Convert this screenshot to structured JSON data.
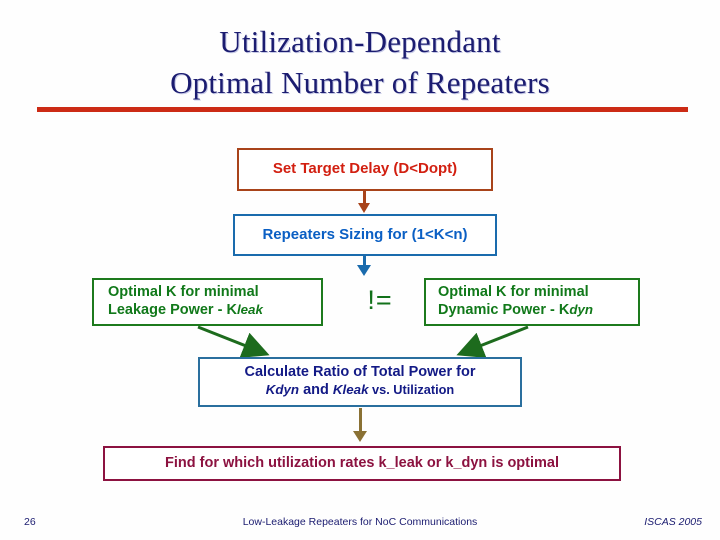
{
  "slide": {
    "title_line1": "Utilization-Dependant",
    "title_line2": "Optimal Number of Repeaters",
    "title_color": "#1b1c70",
    "rule_color": "#cc2b15",
    "background": "#fefefe"
  },
  "flow": {
    "target": {
      "text": "Set Target Delay (D<Dopt)",
      "text_color": "#d21f10",
      "border_color": "#a8431a"
    },
    "sizing": {
      "text": "Repeaters Sizing for (1<K<n)",
      "text_color": "#0a5fc4",
      "border_color": "#1a6bad"
    },
    "leak": {
      "line1": "Optimal K for minimal",
      "line2_prefix": "Leakage Power - K",
      "line2_sub": "leak",
      "text_color": "#11791a",
      "border_color": "#1d7a1d"
    },
    "dyn": {
      "line1": "Optimal K for minimal",
      "line2_prefix": "Dynamic Power - K",
      "line2_sub": "dyn",
      "text_color": "#11791a",
      "border_color": "#1d7a1d"
    },
    "operator": {
      "symbol": "!=",
      "color": "#12711a"
    },
    "calc": {
      "line1": "Calculate Ratio of Total Power for",
      "line2_k1": "Kdyn",
      "line2_and": " and ",
      "line2_k2": "Kleak",
      "line2_tail": " vs. Utilization",
      "text_color": "#131a86",
      "border_color": "#2a6f9e"
    },
    "find": {
      "text": "Find for which utilization rates k_leak or k_dyn is optimal",
      "text_color": "#8c1240",
      "border_color": "#8c1240"
    },
    "connector_colors": {
      "target_to_sizing": "#a8431a",
      "sizing_to_split": "#1a6bad",
      "green_diagonal": "#1d6b1d",
      "calc_to_find": "#8a7134"
    }
  },
  "footer": {
    "page_number": "26",
    "center_text": "Low-Leakage Repeaters for NoC Communications",
    "right_text": "ISCAS 2005"
  }
}
